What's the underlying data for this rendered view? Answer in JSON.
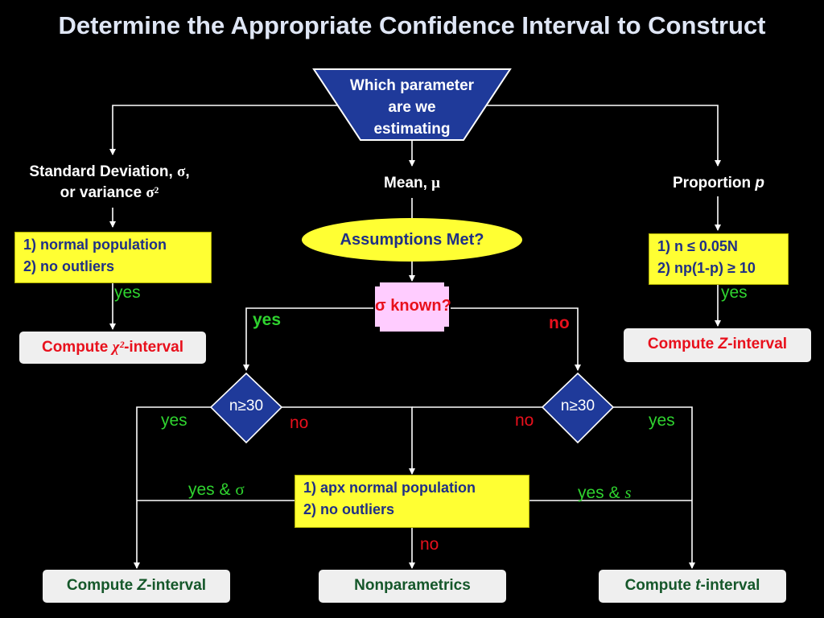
{
  "title": "Determine the Appropriate Confidence Interval to Construct",
  "start_node": {
    "line1": "Which parameter",
    "line2": "are we",
    "line3": "estimating"
  },
  "branches": {
    "std_dev": {
      "line1_text": "Standard Deviation, ",
      "line1_sym": "σ",
      "line1_end": ",",
      "line2_text": "or variance ",
      "line2_sym": "σ²"
    },
    "mean": {
      "text": "Mean, ",
      "sym": "μ"
    },
    "proportion": {
      "text": "Proportion ",
      "sym": "p"
    }
  },
  "left_assumptions": {
    "line1": "1) normal population",
    "line2": "2) no outliers"
  },
  "right_assumptions": {
    "line1": "1) n ≤ 0.05N",
    "line2": "2) np(1-p) ≥ 10"
  },
  "assumptions_met": "Assumptions Met?",
  "sigma_known": "σ known?",
  "n_test_left": "n≥30",
  "n_test_right": "n≥30",
  "middle_assumptions": {
    "line1": "1) apx normal population",
    "line2": "2) no outliers"
  },
  "labels": {
    "yes_left_top": "yes",
    "yes_right_top": "yes",
    "yes_sigma": "yes",
    "no_sigma": "no",
    "yes_n_left": "yes",
    "no_n_left": "no",
    "no_n_right": "no",
    "yes_n_right": "yes",
    "yes_and_sigma_text": "yes & ",
    "yes_and_sigma_sym": "σ",
    "yes_and_s_text": "yes & ",
    "yes_and_s_sym": "s",
    "no_bottom": "no"
  },
  "results": {
    "chi_interval": {
      "pre": "Compute ",
      "sym": "χ²",
      "post": "-interval"
    },
    "z_interval_prop": {
      "pre": "Compute ",
      "sym": "Z",
      "post": "-interval"
    },
    "z_interval_mean": {
      "pre": "Compute ",
      "sym": "Z",
      "post": "-interval"
    },
    "nonparametrics": "Nonparametrics",
    "t_interval": {
      "pre": "Compute ",
      "sym": "t",
      "post": "-interval"
    }
  },
  "colors": {
    "background": "#000000",
    "title": "#dfe6f5",
    "start_node_fill": "#1f3a9a",
    "yellow_box": "#ffff33",
    "pink_box": "#ffccff",
    "diamond_fill": "#1f3a9a",
    "red_text": "#e8101c",
    "green_label": "#2fd32f",
    "dark_green_text": "#15572a"
  }
}
